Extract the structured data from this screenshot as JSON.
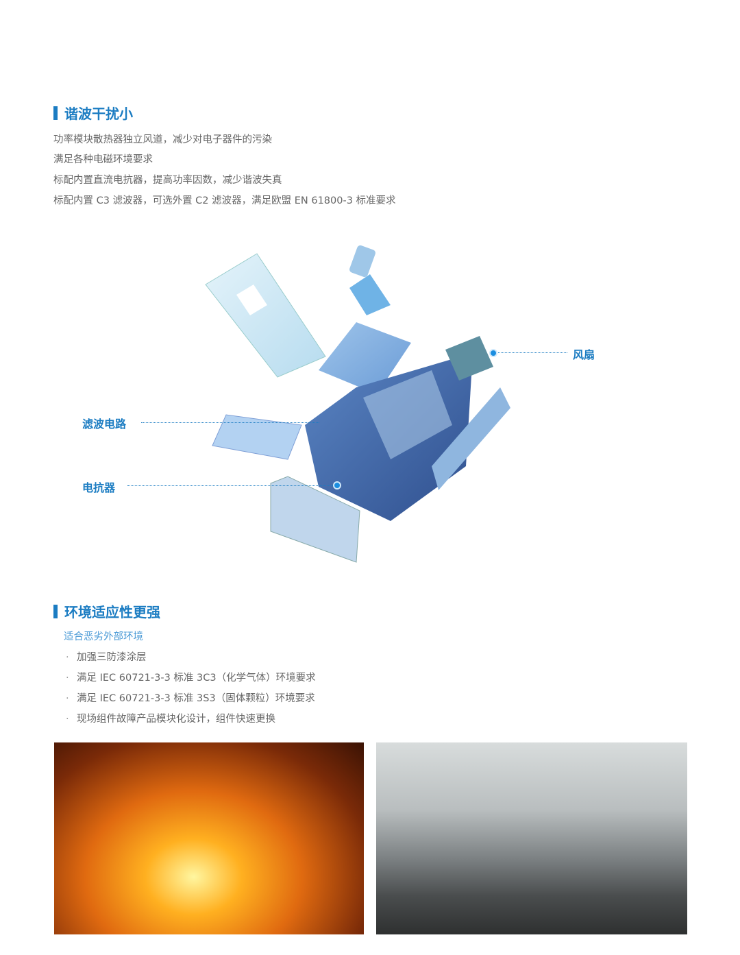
{
  "section1": {
    "title": "谐波干扰小",
    "lines": [
      "功率模块散热器独立风道，减少对电子器件的污染",
      "满足各种电磁环境要求",
      "标配内置直流电抗器，提高功率因数，减少谐波失真",
      "标配内置 C3 滤波器，可选外置 C2 滤波器，满足欧盟 EN 61800-3 标准要求"
    ]
  },
  "diagram": {
    "labels": {
      "fan": "风扇",
      "filter": "滤波电路",
      "reactor": "电抗器"
    }
  },
  "section2": {
    "title": "环境适应性更强",
    "subtitle": "适合恶劣外部环境",
    "bullets": [
      "加强三防漆涂层",
      "满足 IEC 60721-3-3 标准 3C3（化学气体）环境要求",
      "满足 IEC 60721-3-3 标准 3S3（固体颗粒）环境要求",
      "现场组件故障产品模块化设计，组件快速更换"
    ],
    "bullet_symbol": "·"
  },
  "colors": {
    "accent": "#1b7cc2"
  }
}
